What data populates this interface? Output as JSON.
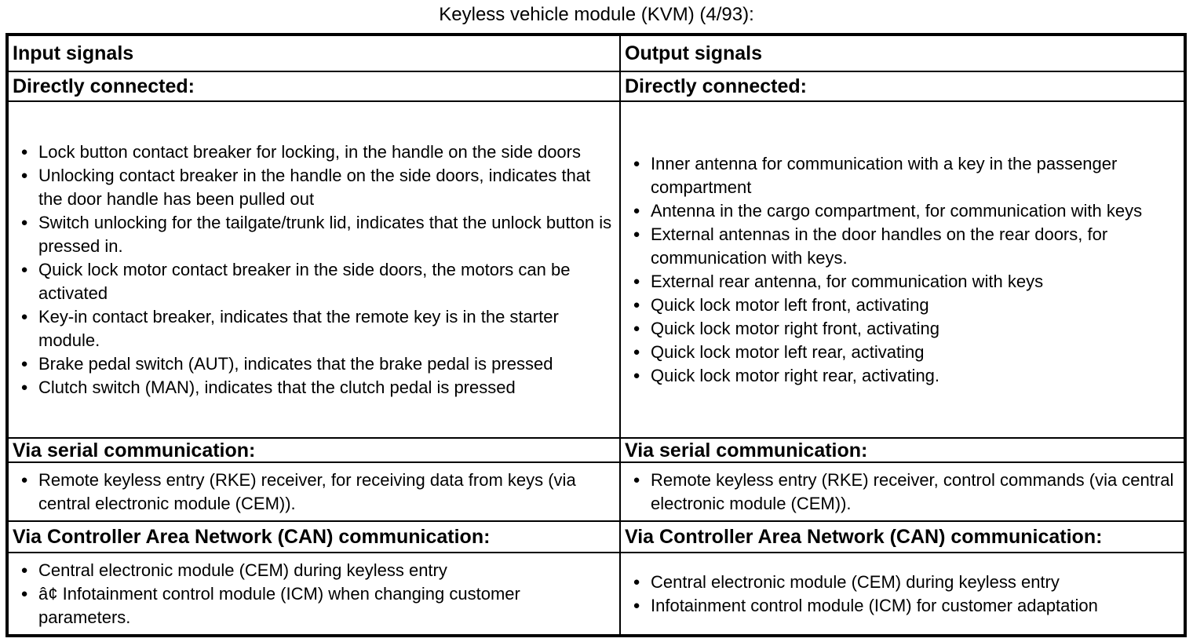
{
  "title": "Keyless vehicle module (KVM) (4/93):",
  "bullet": "●",
  "colors": {
    "text": "#000000",
    "background": "#ffffff",
    "border": "#000000"
  },
  "columns": {
    "left": "Input signals",
    "right": "Output signals"
  },
  "sections": [
    {
      "heading": {
        "left": "Directly connected:",
        "right": "Directly connected:"
      },
      "left_items": [
        "Lock button contact breaker for locking, in the handle on the side doors",
        "Unlocking contact breaker in the handle on the side doors, indicates that the door handle has been pulled out",
        "Switch unlocking for the tailgate/trunk lid, indicates that the unlock button is pressed in.",
        "Quick lock motor contact breaker in the side doors, the motors can be activated",
        "Key-in contact breaker, indicates that the remote key is in the starter module.",
        "Brake pedal switch (AUT), indicates that the brake pedal is pressed",
        "Clutch switch (MAN), indicates that the clutch pedal is pressed"
      ],
      "right_items": [
        "Inner antenna for communication with a key in the passenger compartment",
        "Antenna in the cargo compartment, for communication with keys",
        "External antennas in the door handles on the rear doors, for communication with keys.",
        "External rear antenna, for communication with keys",
        "Quick lock motor left front, activating",
        "Quick lock motor right front, activating",
        "Quick lock motor left rear, activating",
        "Quick lock motor right rear, activating."
      ]
    },
    {
      "heading": {
        "left": "Via serial communication:",
        "right": "Via serial communication:"
      },
      "left_items": [
        "Remote keyless entry (RKE) receiver, for receiving data from keys (via central electronic module (CEM))."
      ],
      "right_items": [
        "Remote keyless entry (RKE) receiver, control commands (via central electronic module (CEM))."
      ]
    },
    {
      "heading": {
        "left": "Via Controller Area Network (CAN) communication:",
        "right": "Via Controller Area Network (CAN) communication:"
      },
      "left_items": [
        "Central electronic module (CEM) during keyless entry",
        "â¢ Infotainment control module (ICM) when changing customer parameters."
      ],
      "right_items": [
        "Central electronic module (CEM) during keyless entry",
        "Infotainment control module (ICM) for customer adaptation"
      ]
    }
  ]
}
